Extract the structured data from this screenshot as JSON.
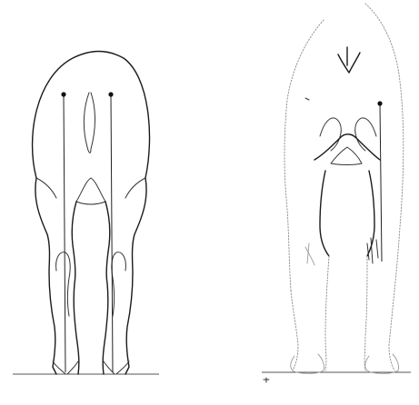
{
  "figure": {
    "panels": [
      {
        "id": "left",
        "subject": "rear-view-of-horse-outline"
      },
      {
        "id": "right",
        "subject": "rear-view-of-horse-sketch"
      }
    ]
  },
  "colors": {
    "ink": "#1a1a1a",
    "faint_ink": "#8a8a8a",
    "background": "#ffffff"
  }
}
